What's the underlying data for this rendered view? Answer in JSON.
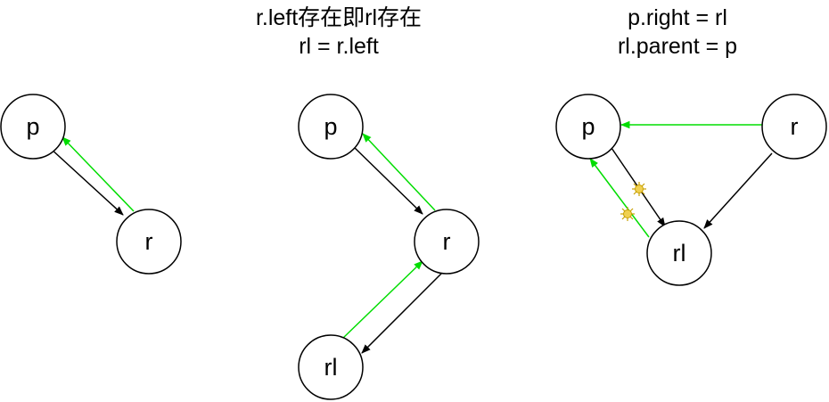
{
  "colors": {
    "node_stroke": "#000000",
    "node_fill": "#ffffff",
    "child_edge": "#000000",
    "parent_edge": "#00dd00",
    "marker": "#c8a000"
  },
  "panels": [
    {
      "caption_lines": [],
      "nodes": {
        "p": "p",
        "r": "r"
      }
    },
    {
      "caption_lines": [
        "r.left存在即rl存在",
        "rl = r.left"
      ],
      "nodes": {
        "p": "p",
        "r": "r",
        "rl": "rl"
      }
    },
    {
      "caption_lines": [
        "p.right = rl",
        "rl.parent = p"
      ],
      "nodes": {
        "p": "p",
        "r": "r",
        "rl": "rl"
      },
      "change_markers": [
        "sun-icon",
        "sun-icon"
      ]
    }
  ]
}
